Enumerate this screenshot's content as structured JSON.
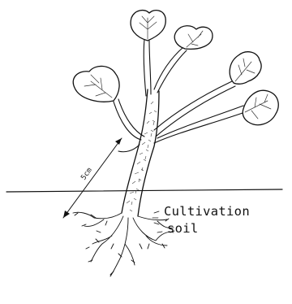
{
  "figure": {
    "label_soil_line1": "Cultivation",
    "label_soil_line2": "soil",
    "dimension_label": "5cm"
  }
}
